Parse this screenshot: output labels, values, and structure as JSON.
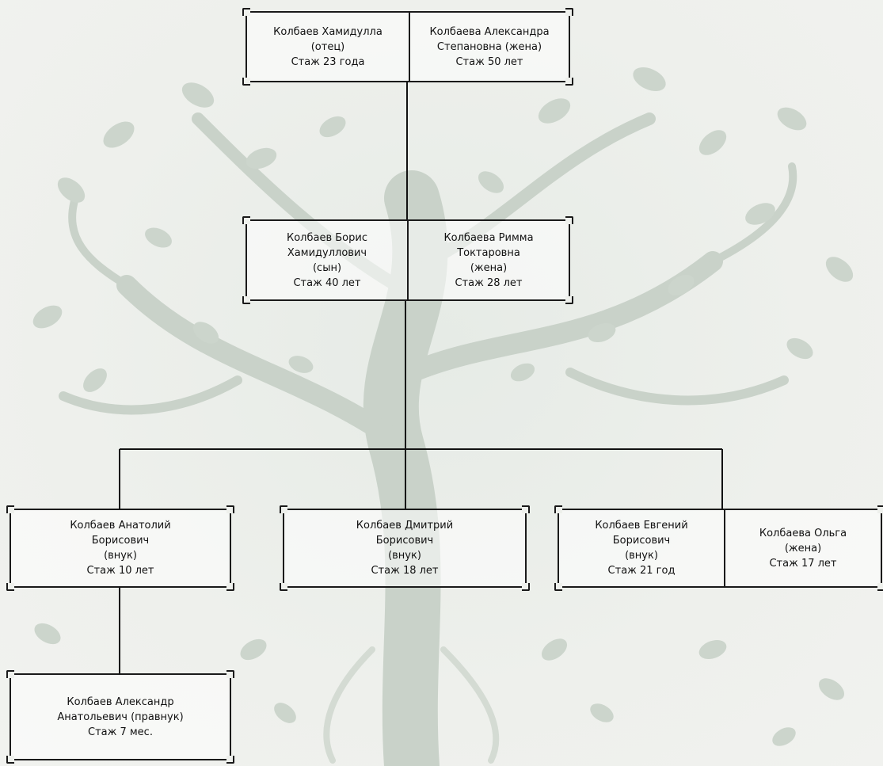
{
  "founders": {
    "left": {
      "name": "Колбаев Хамидулла",
      "role": "(отец)",
      "tenure": "Стаж 23 года"
    },
    "right": {
      "name": "Колбаева Александра",
      "role": "Степановна (жена)",
      "tenure": "Стаж 50 лет"
    }
  },
  "son": {
    "left": {
      "line1": "Колбаев Борис",
      "line2": "Хамидуллович",
      "role": "(сын)",
      "tenure": "Стаж 40 лет"
    },
    "right": {
      "line1": "Колбаева Римма",
      "line2": "Токтаровна",
      "role": "(жена)",
      "tenure": "Стаж 28 лет"
    }
  },
  "grandsons": [
    {
      "line1": "Колбаев Анатолий",
      "line2": "Борисович",
      "role": "(внук)",
      "tenure": "Стаж 10 лет"
    },
    {
      "line1": "Колбаев Дмитрий",
      "line2": "Борисович",
      "role": "(внук)",
      "tenure": "Стаж 18 лет"
    },
    {
      "line1": "Колбаев Евгений",
      "line2": "Борисович",
      "role": "(внук)",
      "tenure": "Стаж 21 год"
    }
  ],
  "grandson_wife": {
    "name": "Колбаева Ольга",
    "role": "(жена)",
    "tenure": "Стаж 17 лет"
  },
  "great_grandson": {
    "line1": "Колбаев Александр",
    "line2": "Анатольевич (правнук)",
    "tenure": "Стаж 7 мес."
  }
}
